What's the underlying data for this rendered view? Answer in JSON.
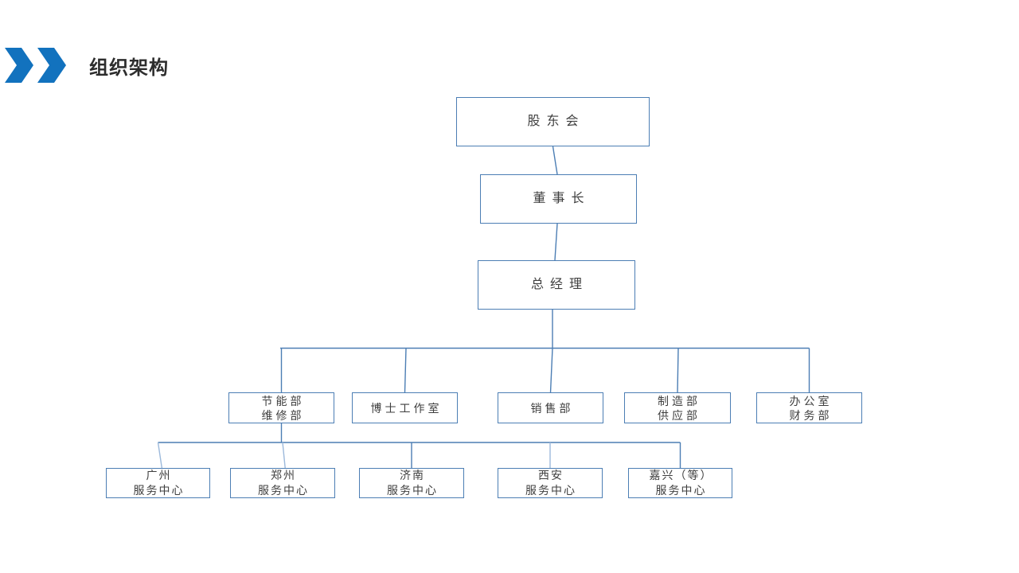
{
  "slide": {
    "title": "组织架构"
  },
  "icons": {
    "header_icon": "double-chevron-right-icon"
  },
  "colors": {
    "chevron_blue": "#1272be",
    "box_border_blue": "#4c7eb4",
    "connector_blue": "#4c7eb4",
    "connector_light_blue": "#9cb9db",
    "text_dark": "#3f3f3f"
  },
  "org_chart": {
    "nodes": [
      {
        "id": "shareholders-meeting",
        "lines": [
          "股东会"
        ]
      },
      {
        "id": "chairman",
        "lines": [
          "董事长"
        ]
      },
      {
        "id": "general-manager",
        "lines": [
          "总经理"
        ]
      },
      {
        "id": "energy-maintenance-dept",
        "lines": [
          "节能部",
          "维修部"
        ]
      },
      {
        "id": "doctor-studio",
        "lines": [
          "博士工作室"
        ]
      },
      {
        "id": "sales-dept",
        "lines": [
          "销售部"
        ]
      },
      {
        "id": "manufacturing-supply-dept",
        "lines": [
          "制造部",
          "供应部"
        ]
      },
      {
        "id": "office-finance-dept",
        "lines": [
          "办公室",
          "财务部"
        ]
      },
      {
        "id": "guangzhou-service-center",
        "lines": [
          "广州",
          "服务中心"
        ]
      },
      {
        "id": "zhengzhou-service-center",
        "lines": [
          "郑州",
          "服务中心"
        ]
      },
      {
        "id": "jinan-service-center",
        "lines": [
          "济南",
          "服务中心"
        ]
      },
      {
        "id": "xian-service-center",
        "lines": [
          "西安",
          "服务中心"
        ]
      },
      {
        "id": "jiaxing-service-center",
        "lines": [
          "嘉兴（等）",
          "服务中心"
        ]
      }
    ]
  }
}
